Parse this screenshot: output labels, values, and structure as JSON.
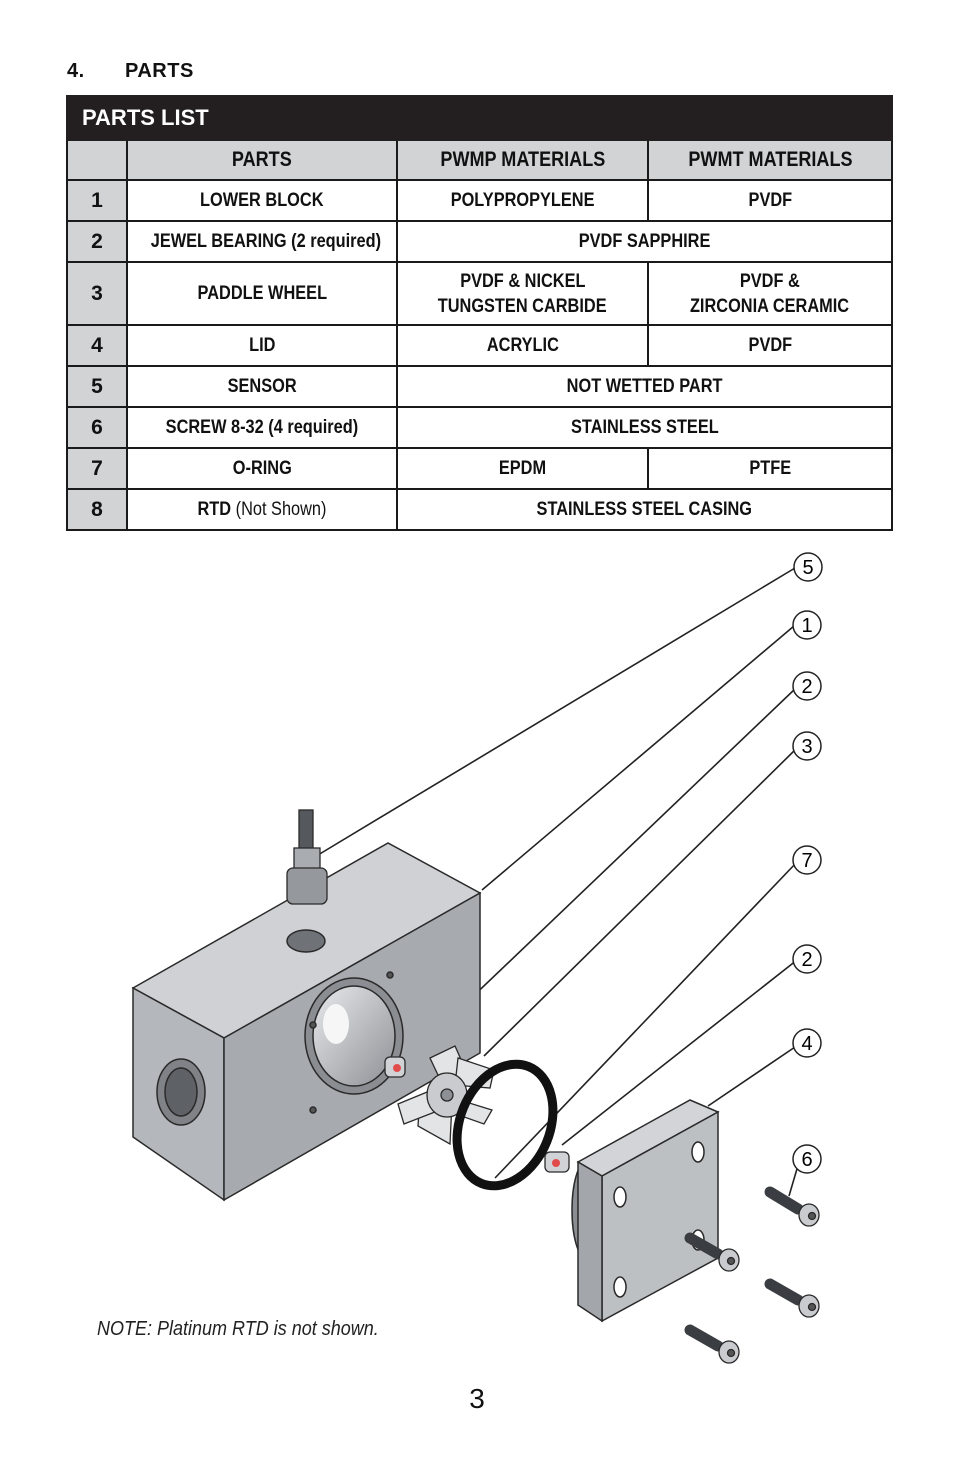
{
  "section": {
    "number": "4.",
    "title": "PARTS"
  },
  "table": {
    "title": "PARTS LIST",
    "headers": [
      "",
      "PARTS",
      "PWMP MATERIALS",
      "PWMT MATERIALS"
    ],
    "rows": [
      {
        "no": "1",
        "part": "LOWER BLOCK",
        "pwmp": "POLYPROPYLENE",
        "pwmt": "PVDF"
      },
      {
        "no": "2",
        "part": "JEWEL BEARING (2 required)",
        "both": "PVDF SAPPHIRE"
      },
      {
        "no": "3",
        "part": "PADDLE WHEEL",
        "pwmp_lines": [
          "PVDF & NICKEL",
          "TUNGSTEN CARBIDE"
        ],
        "pwmt_lines": [
          "PVDF &",
          "ZIRCONIA CERAMIC"
        ]
      },
      {
        "no": "4",
        "part": "LID",
        "pwmp": "ACRYLIC",
        "pwmt": "PVDF"
      },
      {
        "no": "5",
        "part": "SENSOR",
        "both": "NOT WETTED PART"
      },
      {
        "no": "6",
        "part": "SCREW 8-32 (4 required)",
        "both": "STAINLESS STEEL"
      },
      {
        "no": "7",
        "part": "O-RING",
        "pwmp": "EPDM",
        "pwmt": "PTFE"
      },
      {
        "no": "8",
        "part_bold": "RTD",
        "part_light": "(Not Shown)",
        "both": "STAINLESS STEEL CASING"
      }
    ]
  },
  "callouts": [
    "5",
    "1",
    "2",
    "3",
    "7",
    "2",
    "4",
    "6"
  ],
  "note": "NOTE: Platinum RTD is not shown.",
  "page_number": "3",
  "colors": {
    "header_dark": "#231f20",
    "header_gray": "#d1d3d4",
    "block_gray": "#b8bbbf"
  }
}
